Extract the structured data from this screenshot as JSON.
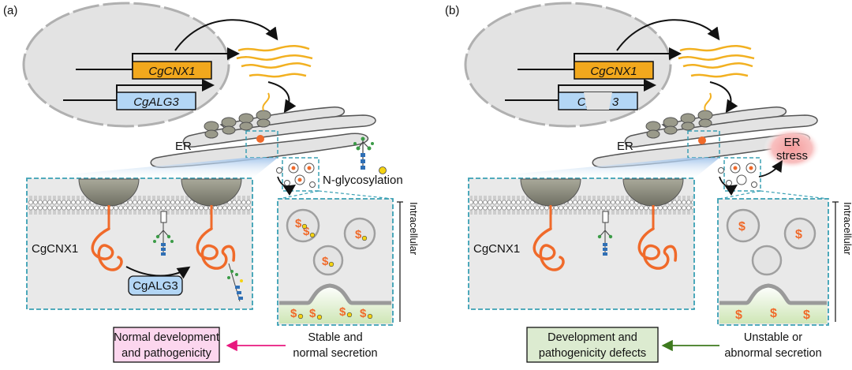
{
  "panels": [
    {
      "id": "a",
      "label": "(a)",
      "gene_top": "CgCNX1",
      "gene_bottom": "CgALG3",
      "er_label": "ER",
      "glyco_label": "N-glycosylation",
      "protein_label": "CgCNX1",
      "enzyme_label": "CgALG3",
      "side_label": "Intracellular",
      "secretion_line1": "Stable and",
      "secretion_line2": "normal secretion",
      "outcome_line1": "Normal development",
      "outcome_line2": "and pathogenicity",
      "outcome_color": "#fcd6ee",
      "arrow_color": "#e8187f"
    },
    {
      "id": "b",
      "label": "(b)",
      "gene_top": "CgCNX1",
      "gene_bottom": "Cg      3",
      "stress_line1": "ER",
      "stress_line2": "stress",
      "er_label": "ER",
      "protein_label": "CgCNX1",
      "side_label": "Intracellular",
      "secretion_line1": "Unstable or",
      "secretion_line2": "abnormal secretion",
      "outcome_line1": "Development and",
      "outcome_line2": "pathogenicity defects",
      "outcome_color": "#dcebd0",
      "arrow_color": "#3e7a1e"
    }
  ],
  "colors": {
    "gene_top": "#f2a81d",
    "gene_bottom": "#b3d6f5",
    "protein": "#f06a2a",
    "box_border": "#3aa0b4",
    "box_fill": "#e9e9e9",
    "nucleus": "#e3e3e3"
  }
}
